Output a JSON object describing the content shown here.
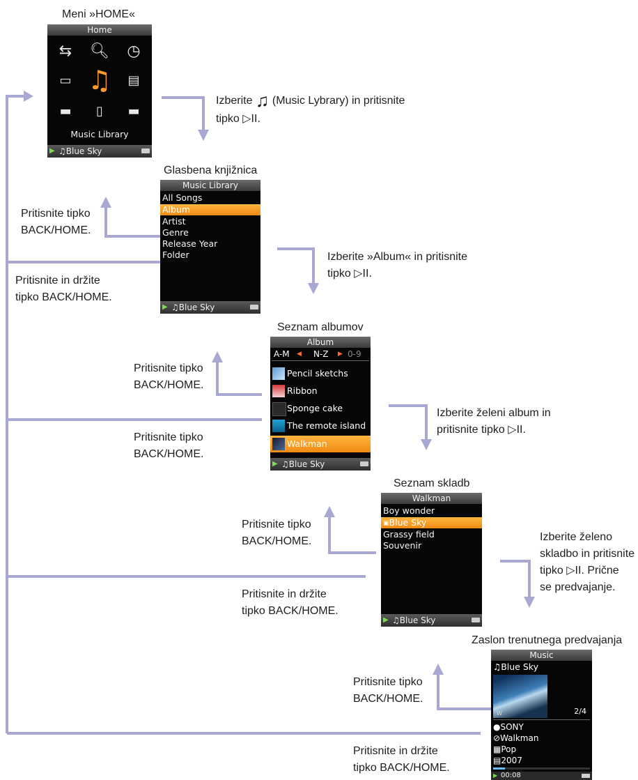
{
  "captions": {
    "home_title": "Meni »HOME«",
    "library_title": "Glasbena knjižnica",
    "album_list_title": "Seznam albumov",
    "track_list_title": "Seznam skladb",
    "now_playing_title": "Zaslon trenutnega predvajanja"
  },
  "instructions": {
    "step1_a": "Izberite",
    "step1_b": "(Music Lybrary) in pritisnite",
    "step1_c": "tipko ▷II.",
    "step2_a": "Izberite »Album« in pritisnite",
    "step2_b": "tipko ▷II.",
    "step3_a": "Izberite želeni album in",
    "step3_b": "pritisnite tipko ▷II.",
    "step4_a": "Izberite želeno",
    "step4_b": "skladbo in pritisnite",
    "step4_c": "tipko ▷II. Prične",
    "step4_d": "se predvajanje.",
    "back_a": "Pritisnite tipko",
    "back_b": "BACK/HOME.",
    "hold_a": "Pritisnite in držite",
    "hold_b": "tipko BACK/HOME."
  },
  "screens": {
    "home": {
      "title": "Home",
      "label": "Music Library",
      "footer": "♫Blue Sky",
      "icons": [
        "shuffle-icon",
        "search-icon",
        "clock-icon",
        "photo-icon",
        "music-note-icon",
        "video-icon",
        "briefcase-icon",
        "document-icon",
        "radio-icon"
      ]
    },
    "library": {
      "title": "Music Library",
      "items": [
        "All Songs",
        "Album",
        "Artist",
        "Genre",
        "Release Year",
        "Folder"
      ],
      "selected_index": 1,
      "footer": "♫Blue Sky"
    },
    "album": {
      "title": "Album",
      "tabs": [
        "A-M",
        "N-Z",
        "0-9"
      ],
      "items": [
        "Pencil sketchs",
        "Ribbon",
        "Sponge cake",
        "The remote island",
        "Walkman"
      ],
      "selected_index": 4,
      "footer": "♫Blue Sky"
    },
    "tracks": {
      "title": "Walkman",
      "items": [
        "Boy wonder",
        "Blue Sky",
        "Grassy field",
        "Souvenir"
      ],
      "selected_index": 1,
      "footer": "♫Blue Sky"
    },
    "music": {
      "title": "Music",
      "song": "♫Blue Sky",
      "counter": "2/4",
      "artist": "SONY",
      "album": "Walkman",
      "genre": "Pop",
      "year": "2007",
      "time": "00:08",
      "progress": 0.12
    }
  },
  "colors": {
    "arrow": "#a9a8d3",
    "highlight": "#f39a1e"
  }
}
